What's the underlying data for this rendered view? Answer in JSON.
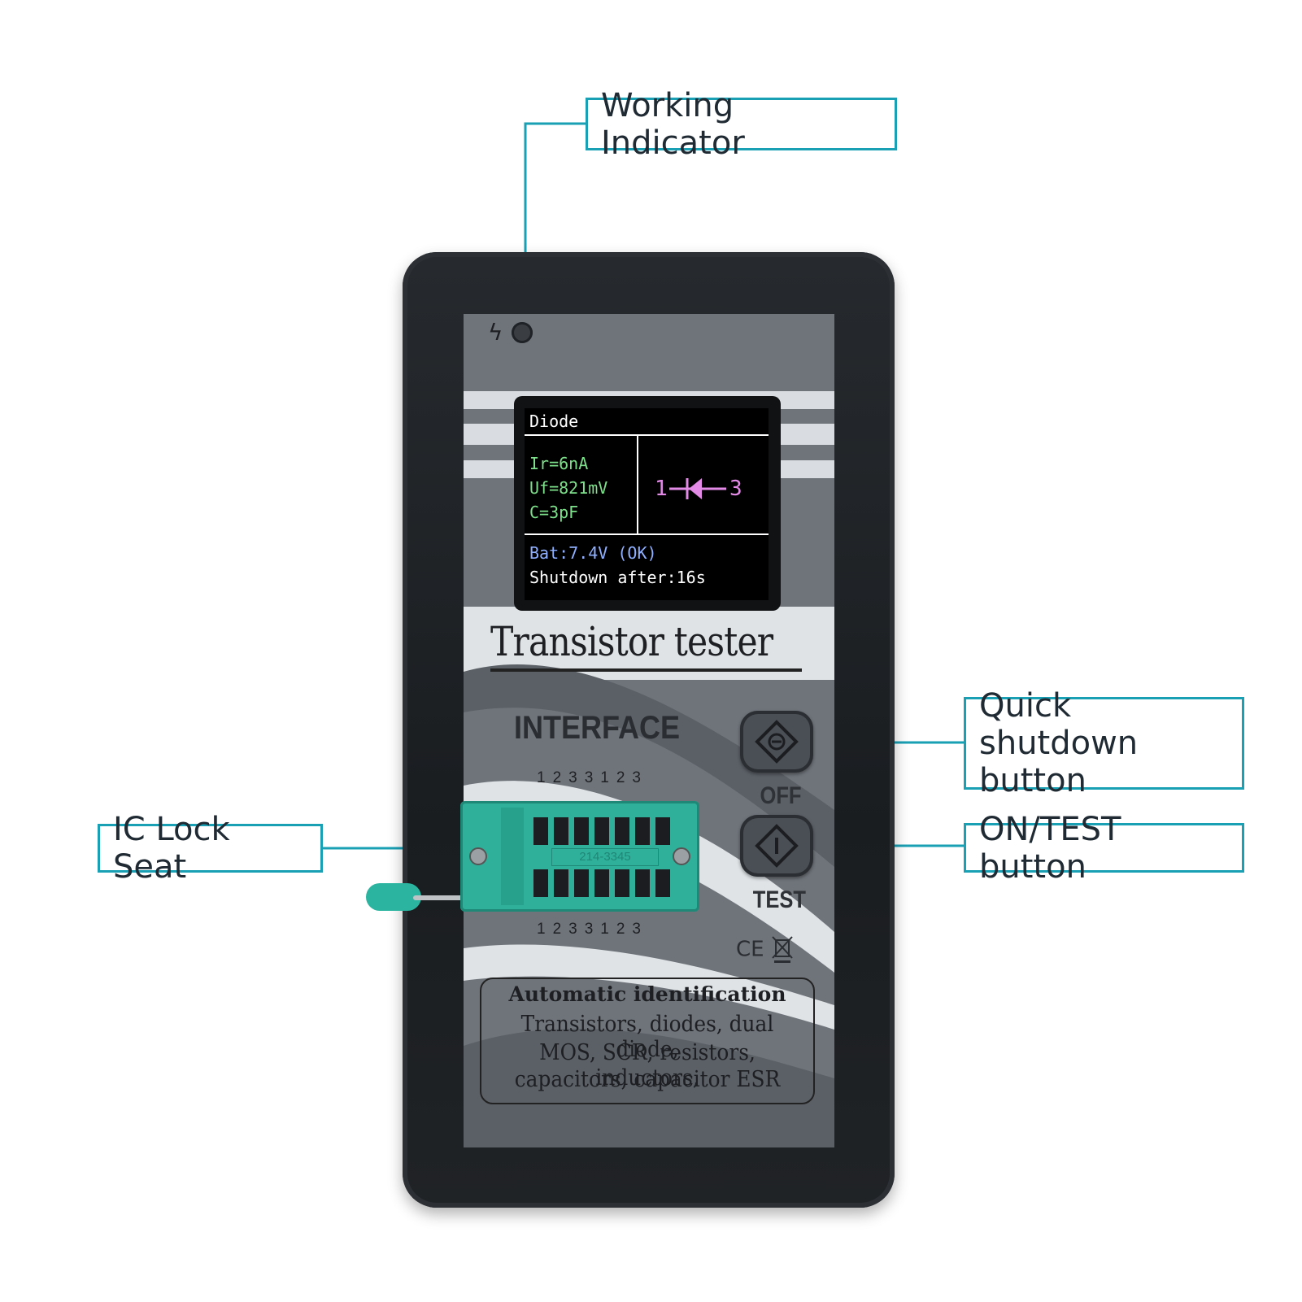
{
  "callouts": {
    "working_indicator": "Working Indicator",
    "ic_lock_seat": "IC Lock Seat",
    "quick_shutdown": "Quick shutdown\nbutton",
    "on_test": "ON/TEST button"
  },
  "lcd": {
    "title": "Diode",
    "ir": "Ir=6nA",
    "uf": "Uf=821mV",
    "c": "C=3pF",
    "pin_left": "1",
    "pin_right": "3",
    "battery": "Bat:7.4V (OK)",
    "shutdown": "Shutdown after:16s"
  },
  "device": {
    "brand": "Transistor tester",
    "interface": "INTERFACE",
    "pins_top": "1233123",
    "pins_bottom": "1233123",
    "socket_label": "214-3345",
    "off_label": "OFF",
    "test_label": "TEST",
    "marks": "CE"
  },
  "info": {
    "title": "Automatic identification",
    "line1": "Transistors, diodes, dual diode,",
    "line2": "MOS, SCR, resistors, inductors,",
    "line3": "capacitors, capacitor ESR"
  },
  "colors": {
    "callout_border": "#1aa0b4",
    "socket": "#2fb09a",
    "faceplate": "#6f747b",
    "housing": "#1f2226"
  }
}
